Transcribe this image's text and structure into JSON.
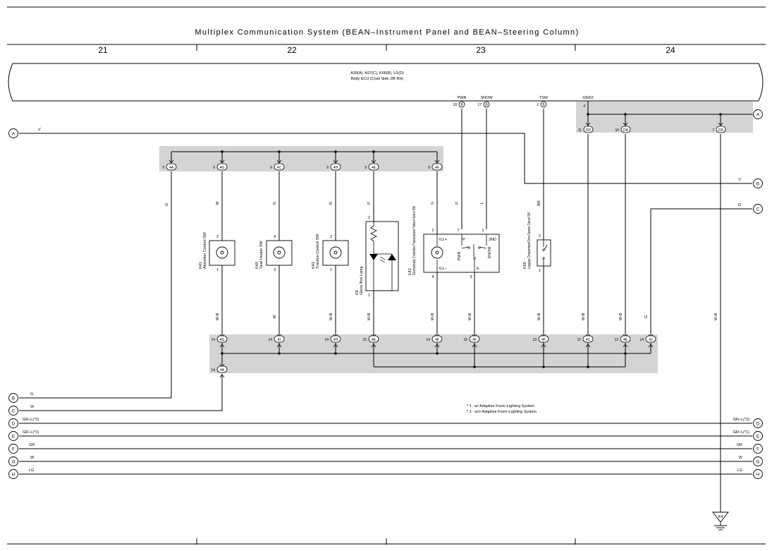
{
  "title": "Multiplex Communication System (BEAN–Instrument Panel and BEAN–Steering Column)",
  "columns": [
    "21",
    "22",
    "23",
    "24"
  ],
  "ecu": {
    "line1": "A39(A), K67(C), K68(B), U1(D)",
    "line2": "Body ECU (Cowl Side J/B RH)"
  },
  "ecu_terminals": [
    {
      "name": "PWR",
      "pin": "18",
      "conn": "B"
    },
    {
      "name": "SNOW",
      "pin": "17",
      "conn": "B"
    },
    {
      "name": "TSW",
      "pin": "2",
      "conn": "B"
    },
    {
      "name": "GND2",
      "pin": "4",
      "conn": ""
    }
  ],
  "top_right_connectors": [
    {
      "pin": "11",
      "conn": "DD"
    },
    {
      "pin": "10",
      "conn": "DA"
    },
    {
      "pin": "7",
      "conn": "DD"
    }
  ],
  "upper_junction": [
    {
      "pin": "9",
      "conn": "4A"
    },
    {
      "pin": "9",
      "conn": "4G"
    },
    {
      "pin": "9",
      "conn": "4C"
    },
    {
      "pin": "9",
      "conn": "4H"
    },
    {
      "pin": "9",
      "conn": "4E"
    },
    {
      "pin": "9",
      "conn": "4F"
    }
  ],
  "lower_junction": [
    {
      "pin": "14",
      "conn": "4G"
    },
    {
      "pin": "14",
      "conn": "4I"
    },
    {
      "pin": "14",
      "conn": "4H"
    },
    {
      "pin": "15",
      "conn": "4E"
    },
    {
      "pin": "14",
      "conn": "4F"
    },
    {
      "pin": "15",
      "conn": "4F"
    },
    {
      "pin": "13",
      "conn": "4F"
    },
    {
      "pin": "15",
      "conn": "4C"
    },
    {
      "pin": "13",
      "conn": "4E"
    },
    {
      "pin": "14",
      "conn": "4J"
    },
    {
      "pin": "14",
      "conn": "4A"
    }
  ],
  "upper_wire_colors": [
    "G",
    "W",
    "G",
    "R",
    "P",
    "G",
    "P",
    "L",
    "BR"
  ],
  "lower_wire_colors": [
    "W-B",
    "W",
    "W-B",
    "W-B",
    "W-B",
    "W-B",
    "W-B",
    "W-B",
    "W-B",
    "G",
    "W-B"
  ],
  "components": [
    {
      "code": "K41",
      "name": "Absorber Control SW",
      "pins": [
        "2",
        "1"
      ]
    },
    {
      "code": "K40",
      "name": "Seat Heater SW",
      "pins": [
        "4",
        "3"
      ]
    },
    {
      "code": "K43",
      "name": "Traction Control SW",
      "pins": [
        "2",
        "1"
      ]
    },
    {
      "code": "K6",
      "name": "Glove Box Lamp",
      "pins": [
        "2",
        "1"
      ]
    },
    {
      "code": "K42",
      "name": "Electronically Controlled Transmission Pattern Select SW",
      "pins": [
        "2",
        "7",
        "1",
        "4",
        "3"
      ],
      "labels": [
        "ILL+",
        "P",
        "2ND",
        "PWR",
        "SNOW",
        "ILL–",
        "E"
      ]
    },
    {
      "code": "K60",
      "name": "Luggage Compartment Door Opener Cancel SW",
      "pins": [
        "2",
        "1"
      ]
    }
  ],
  "offpage_left": [
    {
      "id": "A",
      "wire": "V"
    },
    {
      "id": "B",
      "wire": "G"
    },
    {
      "id": "C",
      "wire": "W"
    },
    {
      "id": "D",
      "wire": "GR–L(*2)"
    },
    {
      "id": "E",
      "wire": "GR–L(*1)"
    },
    {
      "id": "F",
      "wire": "GR"
    },
    {
      "id": "G",
      "wire": "W"
    },
    {
      "id": "H",
      "wire": "LG"
    }
  ],
  "offpage_right": [
    {
      "id": "A",
      "wire": ""
    },
    {
      "id": "B",
      "wire": "V"
    },
    {
      "id": "C",
      "wire": "G"
    },
    {
      "id": "D",
      "wire": "GR–L(*2)"
    },
    {
      "id": "E",
      "wire": "GR–L(*1)"
    },
    {
      "id": "F",
      "wire": "GR"
    },
    {
      "id": "G",
      "wire": "W"
    },
    {
      "id": "H",
      "wire": "LG"
    }
  ],
  "right_wire_color": "W-B",
  "ground": "K4",
  "notes": [
    "* 1 : w/ Adaptive Front–Lighting System",
    "* 2 : w/o Adaptive Front–Lighting System"
  ]
}
